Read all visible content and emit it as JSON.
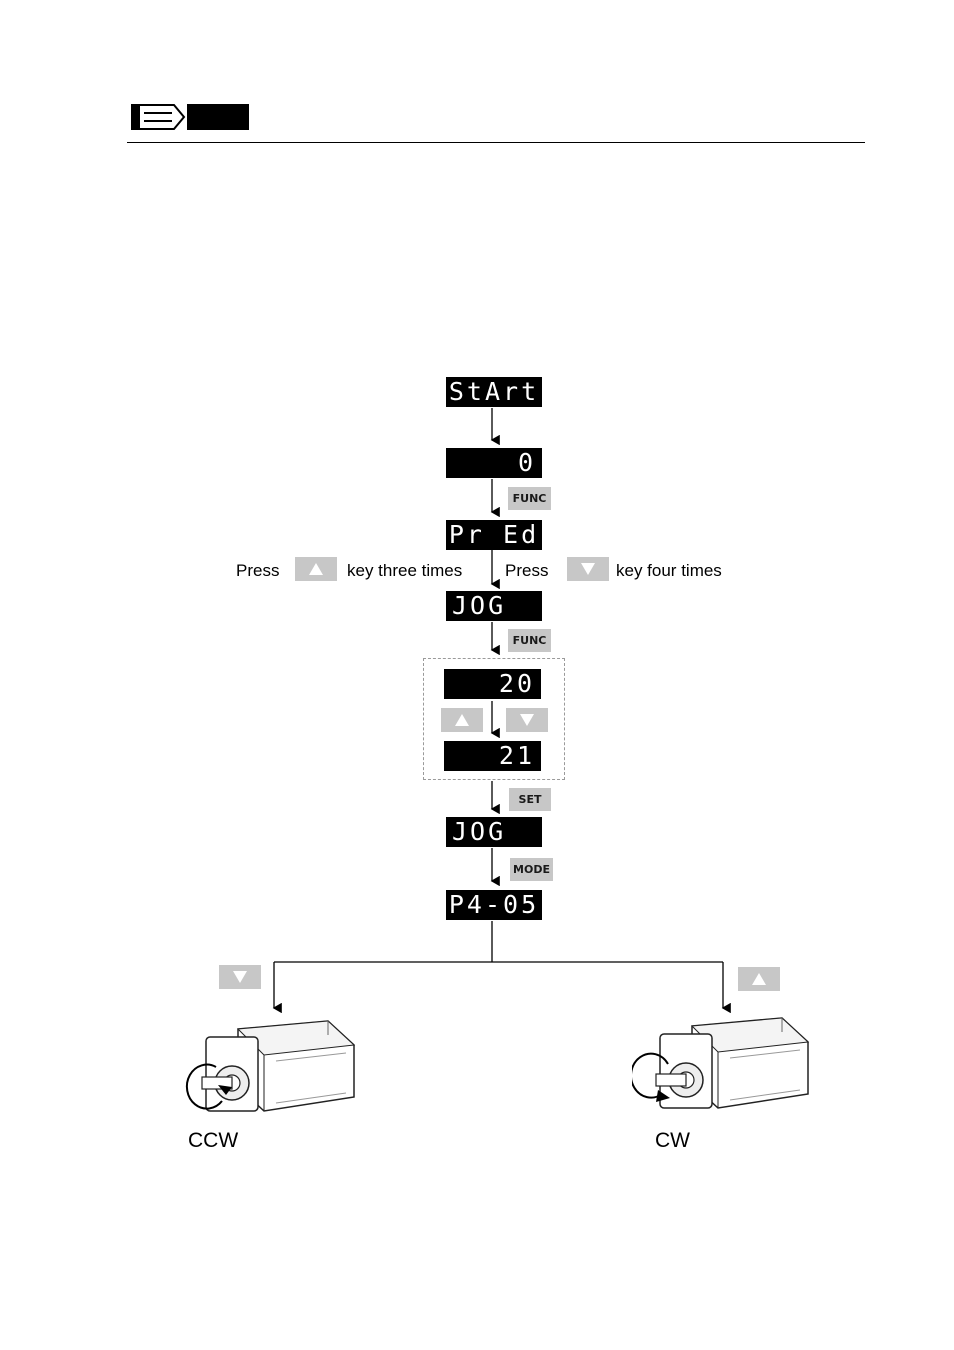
{
  "note": {
    "icon": "note-pencil-icon"
  },
  "displays": {
    "start": "StArt",
    "zero": "0",
    "pred": "Pr Ed",
    "jog1": "JOG",
    "val20": "20",
    "val21": "21",
    "jog2": "JOG",
    "p405": "P4-05"
  },
  "keys": {
    "func1": "FUNC",
    "func2": "FUNC",
    "set": "SET",
    "mode": "MODE",
    "up_icon": "up-triangle-icon",
    "down_icon": "down-triangle-icon"
  },
  "instructions": {
    "press_left": "Press",
    "key_three_times": "key three times",
    "press_right": "Press",
    "key_four_times": "key four times"
  },
  "motors": {
    "ccw_label": "CCW",
    "cw_label": "CW",
    "icon": "servo-motor-icon"
  },
  "colors": {
    "display_bg": "#000000",
    "display_text": "#ffffff",
    "key_bg": "#c7c7c7"
  }
}
